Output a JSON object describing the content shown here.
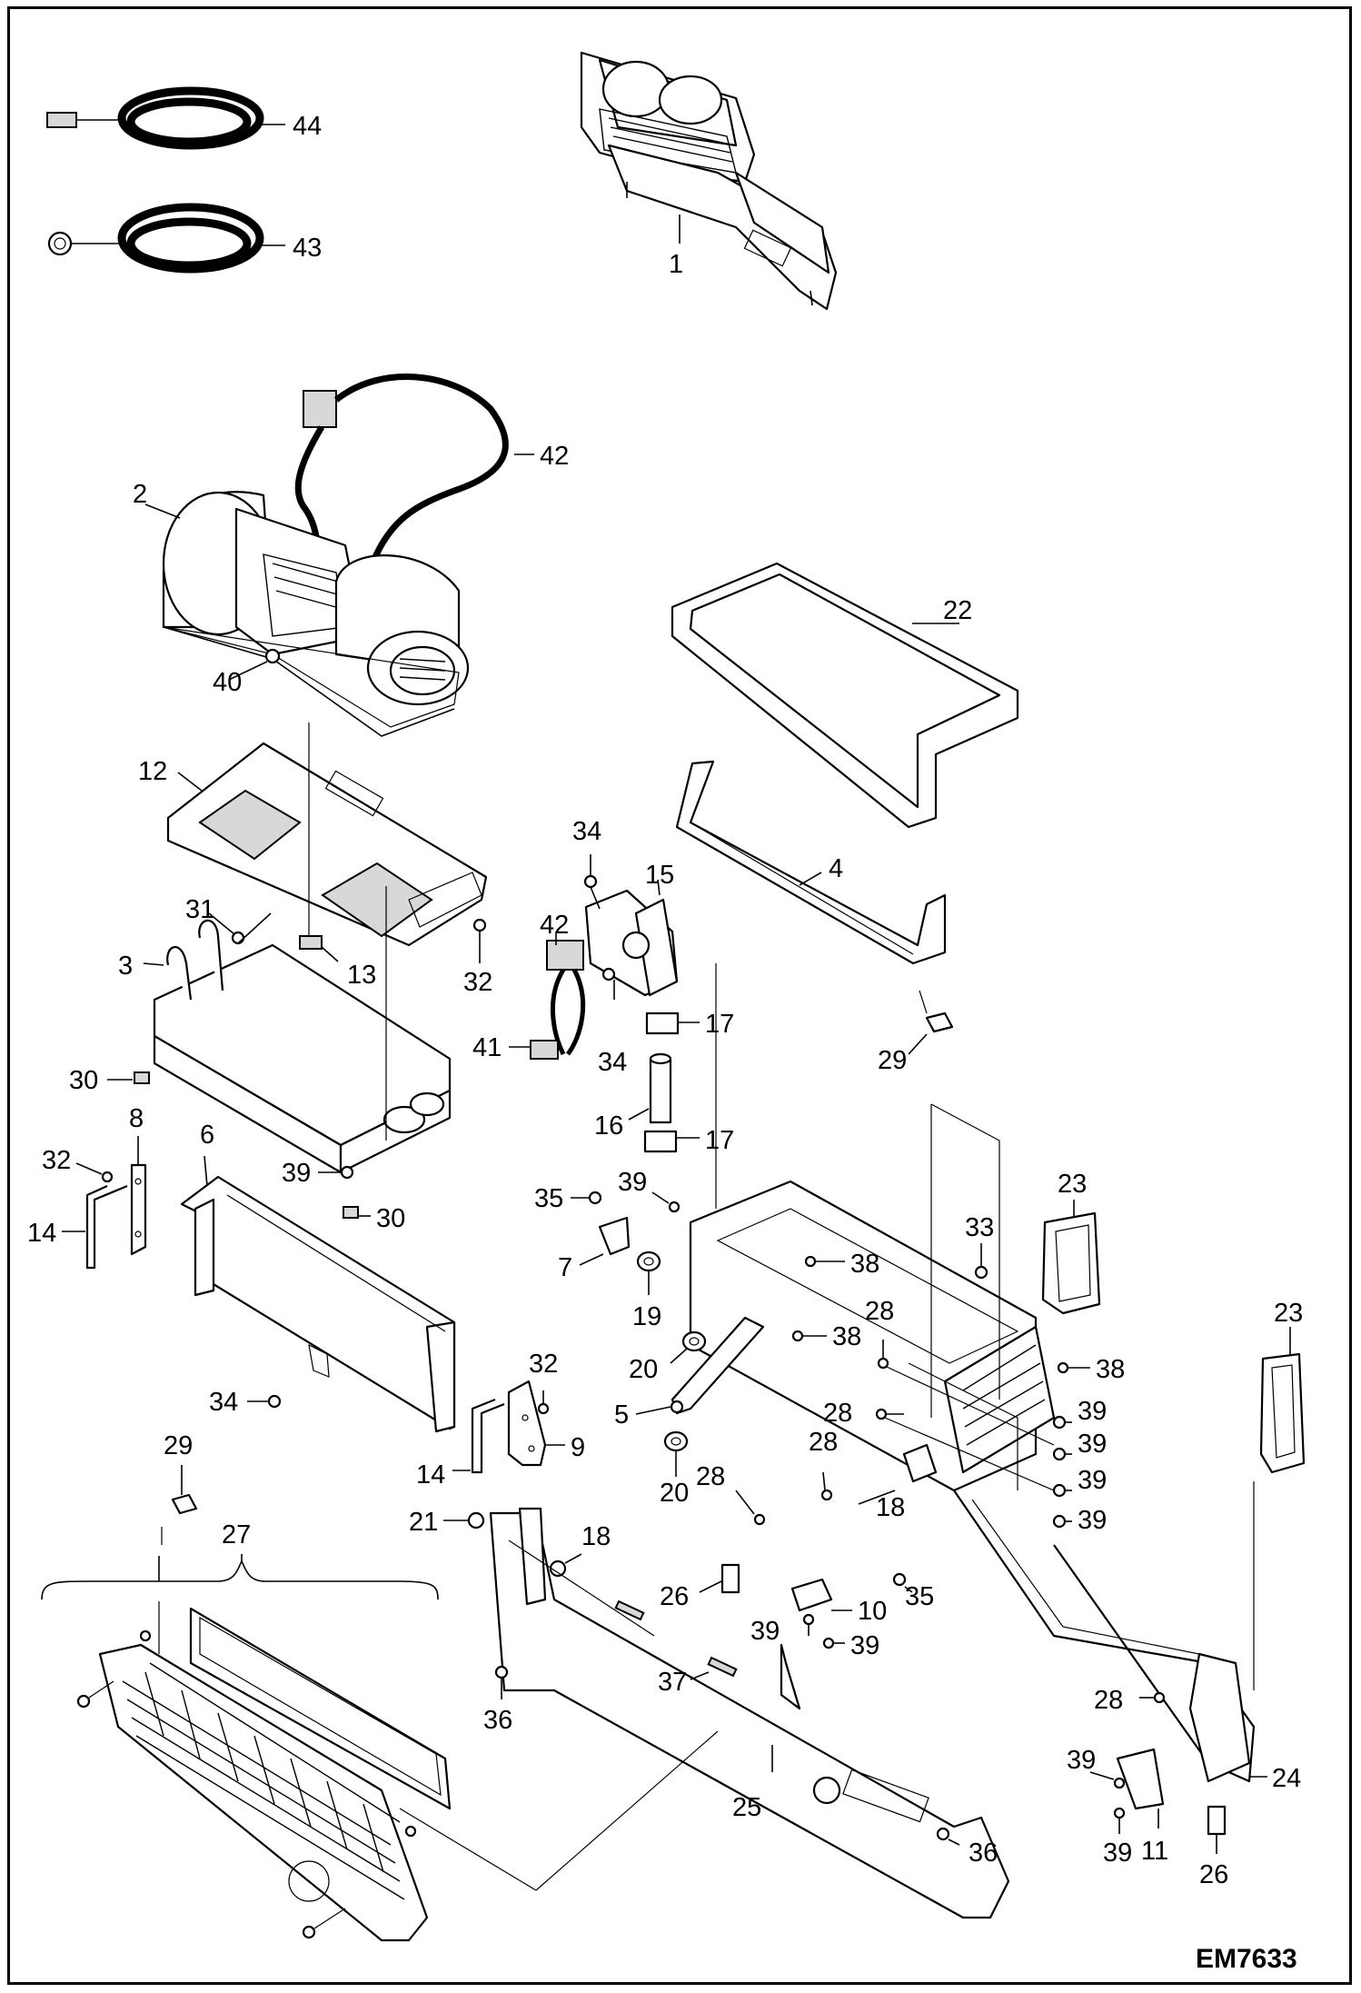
{
  "diagram": {
    "code": "EM7633",
    "callouts": [
      {
        "id": "c44",
        "label": "44"
      },
      {
        "id": "c43",
        "label": "43"
      },
      {
        "id": "c1",
        "label": "1"
      },
      {
        "id": "c42a",
        "label": "42"
      },
      {
        "id": "c2",
        "label": "2"
      },
      {
        "id": "c40",
        "label": "40"
      },
      {
        "id": "c22",
        "label": "22"
      },
      {
        "id": "c12",
        "label": "12"
      },
      {
        "id": "c4",
        "label": "4"
      },
      {
        "id": "c34a",
        "label": "34"
      },
      {
        "id": "c15",
        "label": "15"
      },
      {
        "id": "c31",
        "label": "31"
      },
      {
        "id": "c42b",
        "label": "42"
      },
      {
        "id": "c3",
        "label": "3"
      },
      {
        "id": "c13",
        "label": "13"
      },
      {
        "id": "c32a",
        "label": "32"
      },
      {
        "id": "c17a",
        "label": "17"
      },
      {
        "id": "c41",
        "label": "41"
      },
      {
        "id": "c34b",
        "label": "34"
      },
      {
        "id": "c29a",
        "label": "29"
      },
      {
        "id": "c30a",
        "label": "30"
      },
      {
        "id": "c16",
        "label": "16"
      },
      {
        "id": "c8",
        "label": "8"
      },
      {
        "id": "c6",
        "label": "6"
      },
      {
        "id": "c17b",
        "label": "17"
      },
      {
        "id": "c32b",
        "label": "32"
      },
      {
        "id": "c39a",
        "label": "39"
      },
      {
        "id": "c23a",
        "label": "23"
      },
      {
        "id": "c14a",
        "label": "14"
      },
      {
        "id": "c30b",
        "label": "30"
      },
      {
        "id": "c35a",
        "label": "35"
      },
      {
        "id": "c39b",
        "label": "39"
      },
      {
        "id": "c33",
        "label": "33"
      },
      {
        "id": "c7",
        "label": "7"
      },
      {
        "id": "c38a",
        "label": "38"
      },
      {
        "id": "c19",
        "label": "19"
      },
      {
        "id": "c28a",
        "label": "28"
      },
      {
        "id": "c38b",
        "label": "38"
      },
      {
        "id": "c23b",
        "label": "23"
      },
      {
        "id": "c20a",
        "label": "20"
      },
      {
        "id": "c38c",
        "label": "38"
      },
      {
        "id": "c32c",
        "label": "32"
      },
      {
        "id": "c34c",
        "label": "34"
      },
      {
        "id": "c5",
        "label": "5"
      },
      {
        "id": "c28b",
        "label": "28"
      },
      {
        "id": "c39c",
        "label": "39"
      },
      {
        "id": "c9",
        "label": "9"
      },
      {
        "id": "c39d",
        "label": "39"
      },
      {
        "id": "c28c",
        "label": "28"
      },
      {
        "id": "c14b",
        "label": "14"
      },
      {
        "id": "c20b",
        "label": "20"
      },
      {
        "id": "c28d",
        "label": "28"
      },
      {
        "id": "c39e",
        "label": "39"
      },
      {
        "id": "c29b",
        "label": "29"
      },
      {
        "id": "c18a",
        "label": "18"
      },
      {
        "id": "c39f",
        "label": "39"
      },
      {
        "id": "c21",
        "label": "21"
      },
      {
        "id": "c18b",
        "label": "18"
      },
      {
        "id": "c27",
        "label": "27"
      },
      {
        "id": "c26a",
        "label": "26"
      },
      {
        "id": "c35b",
        "label": "35"
      },
      {
        "id": "c10",
        "label": "10"
      },
      {
        "id": "c39g",
        "label": "39"
      },
      {
        "id": "c39h",
        "label": "39"
      },
      {
        "id": "c37",
        "label": "37"
      },
      {
        "id": "c36a",
        "label": "36"
      },
      {
        "id": "c28e",
        "label": "28"
      },
      {
        "id": "c39i",
        "label": "39"
      },
      {
        "id": "c24",
        "label": "24"
      },
      {
        "id": "c25",
        "label": "25"
      },
      {
        "id": "c36b",
        "label": "36"
      },
      {
        "id": "c39j",
        "label": "39"
      },
      {
        "id": "c11",
        "label": "11"
      },
      {
        "id": "c26b",
        "label": "26"
      }
    ]
  }
}
